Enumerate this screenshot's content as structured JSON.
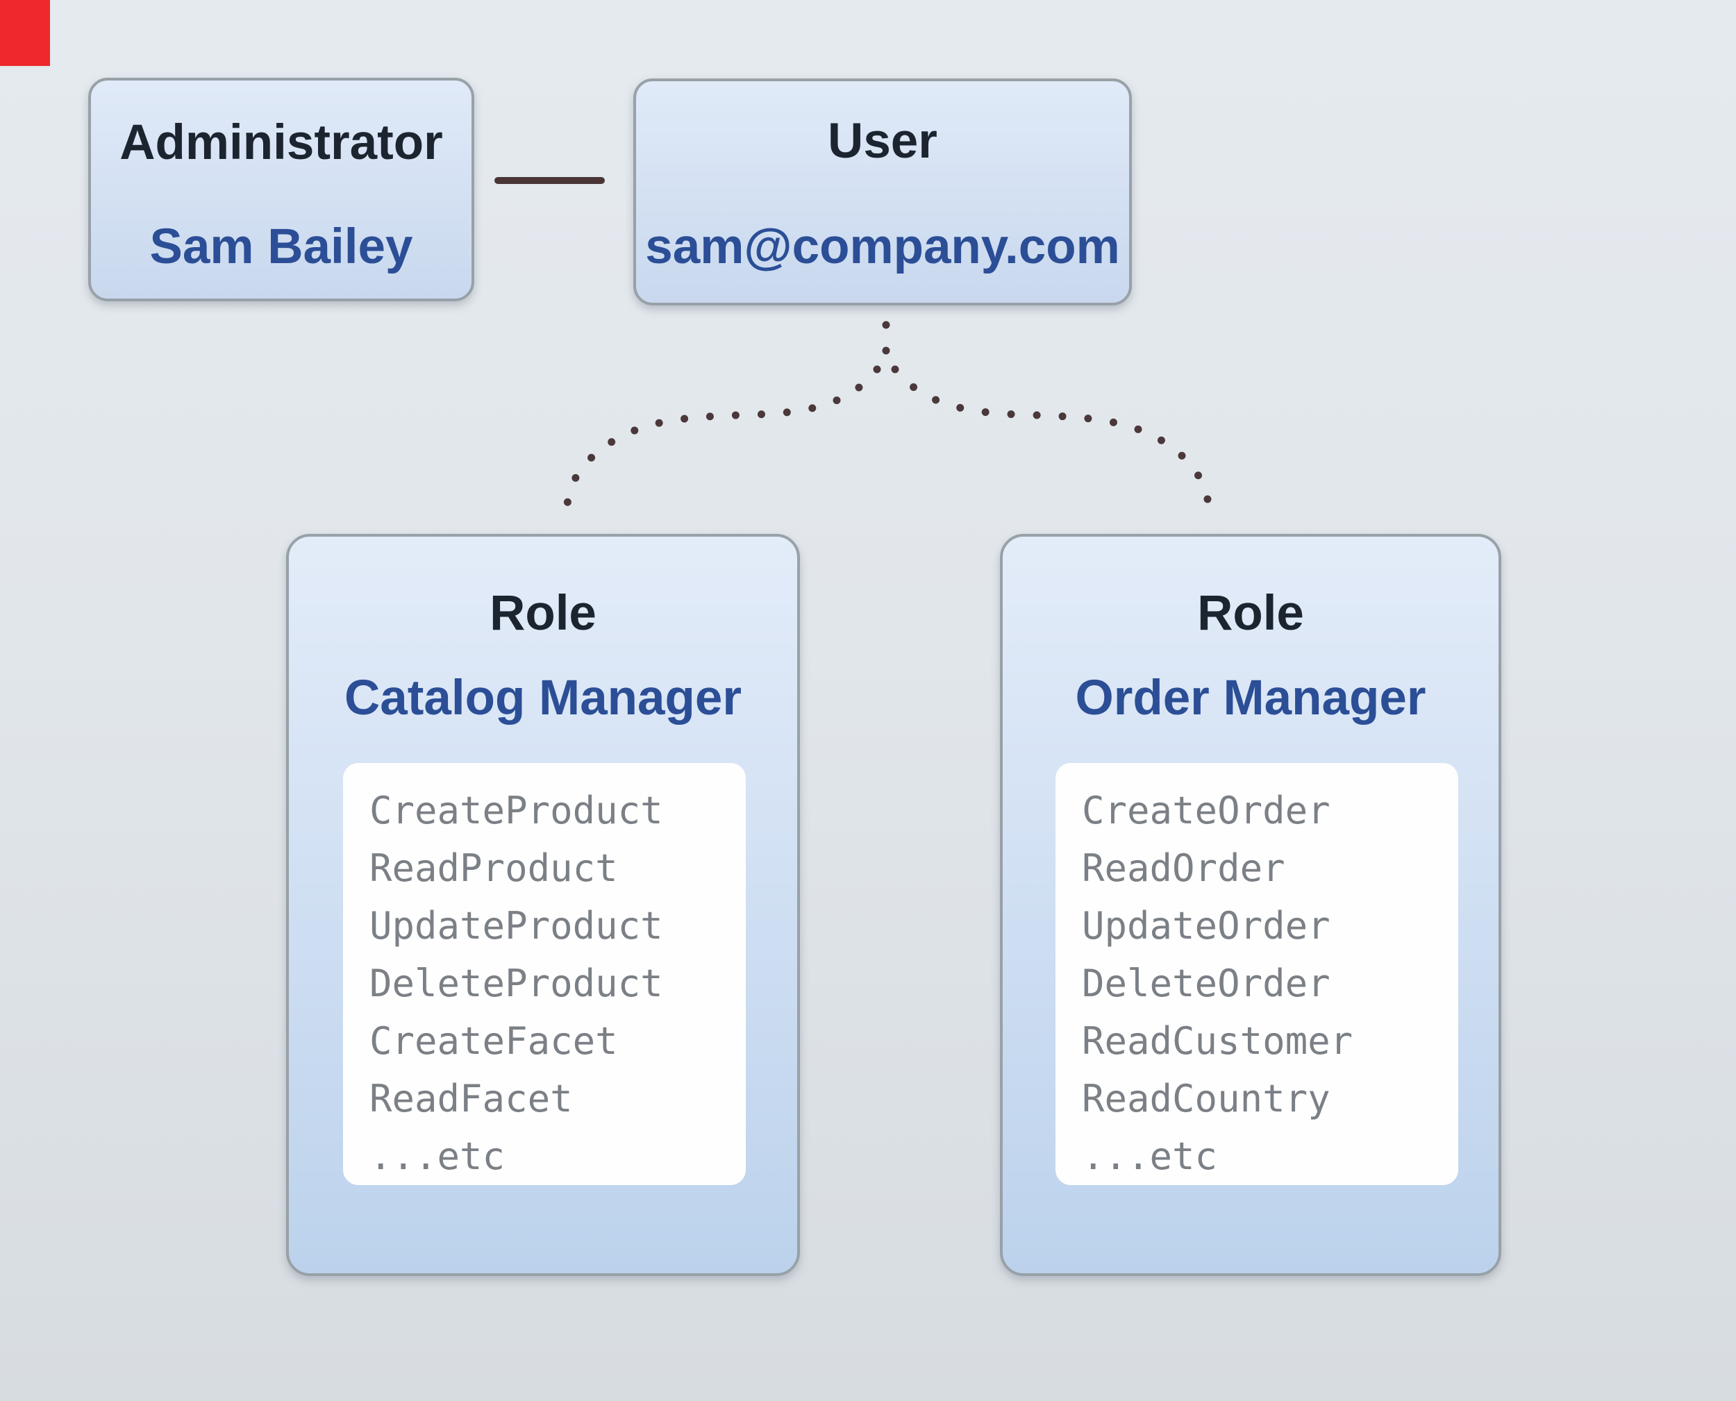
{
  "page": {
    "background_top": "#e5eaef",
    "background_bottom": "#d7dce1"
  },
  "colors": {
    "node_fill_top": "#e2ebf9",
    "node_fill_bottom": "#bcd2ec",
    "node_border": "#98a1a8",
    "title_text": "#1c2430",
    "accent_text": "#2b4e96",
    "permission_text": "#7b8086",
    "permission_panel": "#fefefe",
    "solid_edge": "#4a3637",
    "dotted_edge": "#4b383a",
    "corner_marker": "#ee282c"
  },
  "nodes": {
    "administrator": {
      "title": "Administrator",
      "name": "Sam Bailey"
    },
    "user": {
      "title": "User",
      "email": "sam@company.com"
    },
    "role_left": {
      "title": "Role",
      "name": "Catalog Manager",
      "permissions": [
        "CreateProduct",
        "ReadProduct",
        "UpdateProduct",
        "DeleteProduct",
        "CreateFacet",
        "ReadFacet",
        "...etc"
      ]
    },
    "role_right": {
      "title": "Role",
      "name": "Order Manager",
      "permissions": [
        "CreateOrder",
        "ReadOrder",
        "UpdateOrder",
        "DeleteOrder",
        "ReadCustomer",
        "ReadCountry",
        "...etc"
      ]
    }
  }
}
